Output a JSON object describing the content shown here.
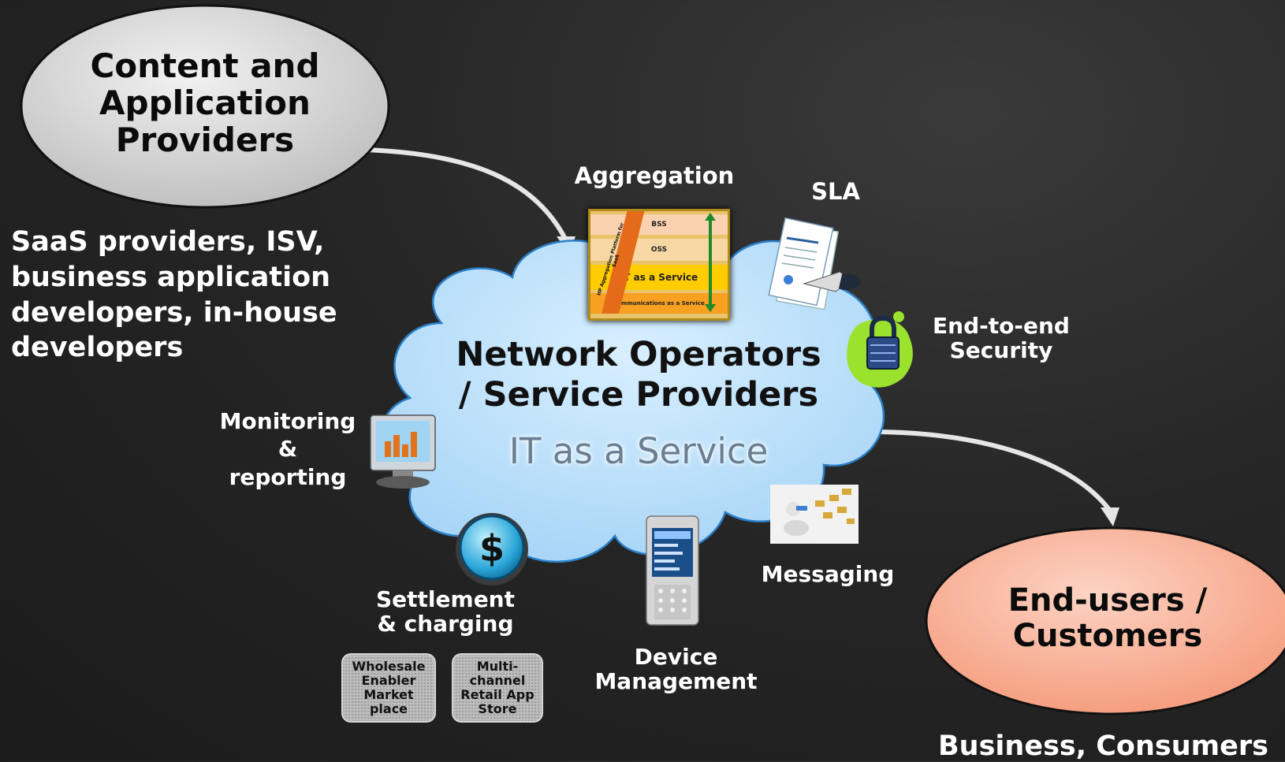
{
  "colors": {
    "background": "#1e1e1e",
    "cloud": "#bfe3fb",
    "cloud_stroke": "#2a7fc9",
    "content_ellipse": "#d9d9d9",
    "enduser_ellipse": "#f6a285",
    "arrow": "#e6e6e6",
    "service_text": "#6a7f93"
  },
  "content_providers": {
    "title": "Content and Application Providers",
    "description": "SaaS providers, ISV, business application developers, in-house developers"
  },
  "cloud": {
    "title": "Network Operators / Service Providers",
    "subtitle": "IT as a Service"
  },
  "aggregation": {
    "label": "Aggregation",
    "stack": {
      "side_label": "HP Aggregation Platform for SaaS",
      "layers": [
        "BSS",
        "OSS",
        "IT as a Service",
        "Communications as a Service"
      ]
    }
  },
  "features": {
    "sla": "SLA",
    "security": "End-to-end Security",
    "monitoring": "Monitoring & reporting",
    "settlement": "Settlement & charging",
    "device_management": "Device Management",
    "messaging": "Messaging"
  },
  "marketplaces": {
    "wholesale": "Wholesale Enabler Market place",
    "retail": "Multi-channel Retail App Store"
  },
  "end_users": {
    "title": "End-users / Customers",
    "description": "Business, Consumers"
  },
  "icons": [
    "document-signing-icon",
    "padlock-icon",
    "monitor-chart-icon",
    "dollar-coin-icon",
    "smartphone-icon",
    "messaging-icon"
  ]
}
